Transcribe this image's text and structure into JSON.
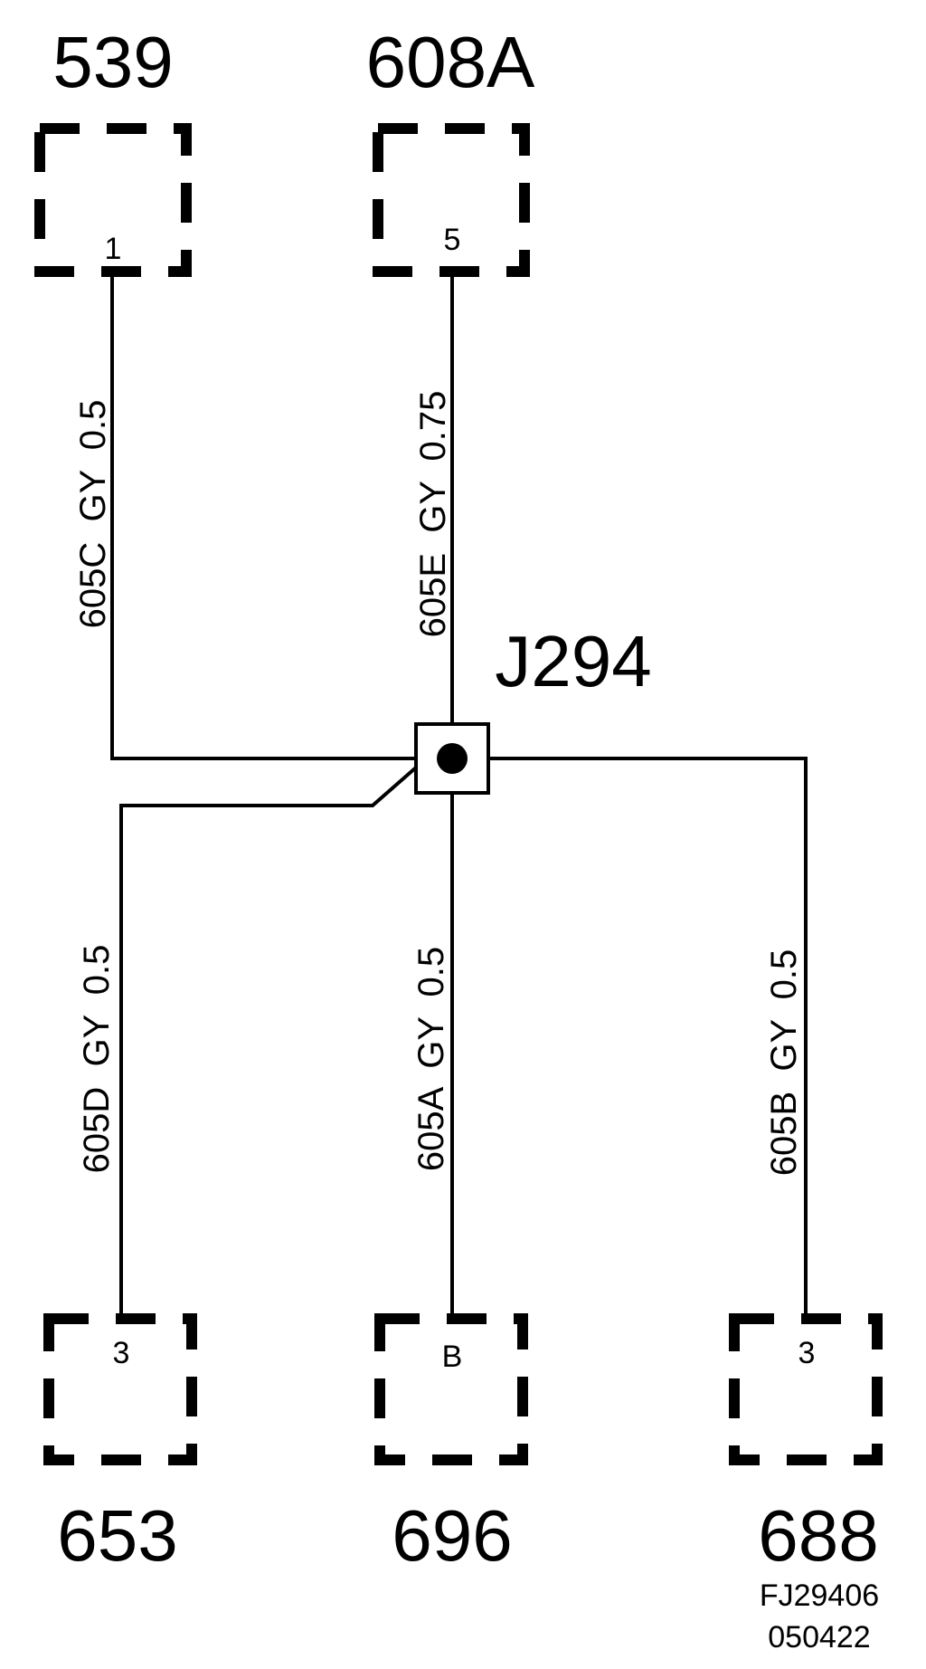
{
  "connectors": {
    "c539": {
      "id": "539",
      "pin": "1"
    },
    "c608a": {
      "id": "608A",
      "pin": "5"
    },
    "c653": {
      "id": "653",
      "pin": "3"
    },
    "c696": {
      "id": "696",
      "pin": "B"
    },
    "c688": {
      "id": "688",
      "pin": "3"
    }
  },
  "splice": {
    "id": "J294"
  },
  "wires": {
    "w605c": "605C  GY  0.5",
    "w605e": "605E  GY  0.75",
    "w605d": "605D  GY  0.5",
    "w605a": "605A  GY  0.5",
    "w605b": "605B  GY  0.5"
  },
  "footer": {
    "code1": "FJ29406",
    "code2": "050422"
  },
  "colors": {
    "line": "#000000",
    "background": "#ffffff"
  }
}
